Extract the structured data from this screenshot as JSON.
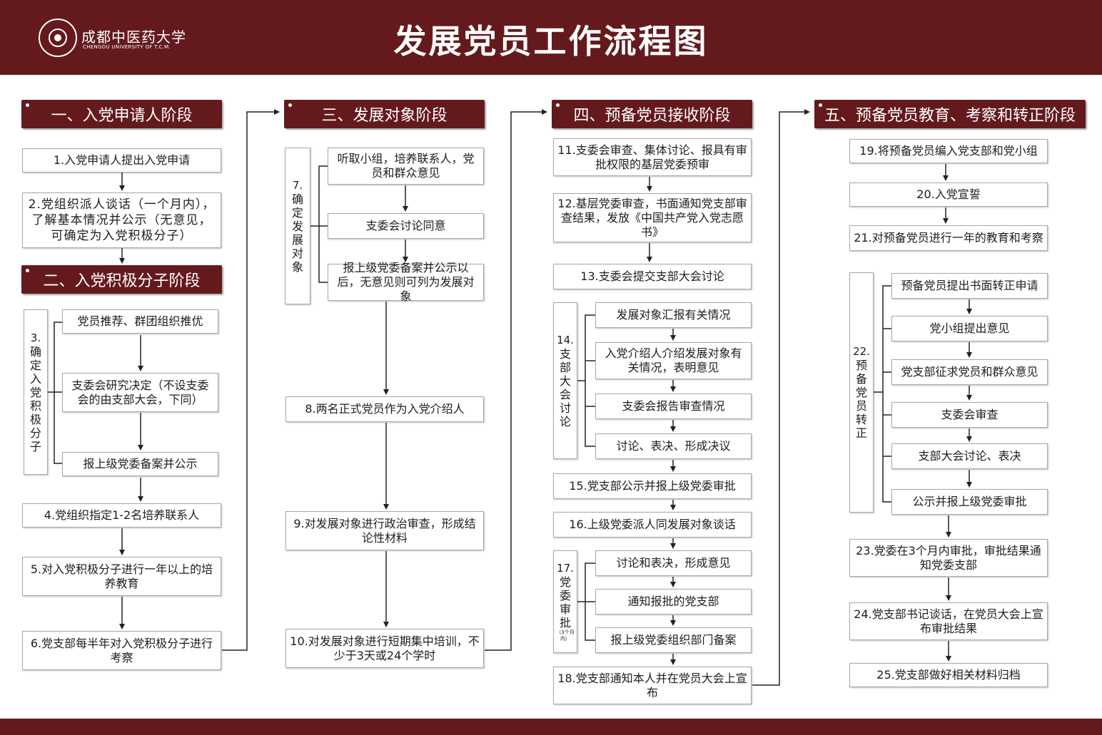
{
  "header": {
    "logo_cn": "成都中医药大学",
    "logo_en": "CHENGDU UNIVERSITY OF T.C.M.",
    "title": "发展党员工作流程图"
  },
  "stages": {
    "s1": "一、入党申请人阶段",
    "s2": "二、入党积极分子阶段",
    "s3": "三、发展对象阶段",
    "s4": "四、预备党员接收阶段",
    "s5": "五、预备党员教育、考察和转正阶段"
  },
  "steps": {
    "s1": "1.入党申请人提出入党申请",
    "s2": "2.党组织派人谈话（一个月内），了解基本情况并公示（无意见，可确定为入党积极分子）",
    "s3_num": "3.",
    "s3_label": "确定入党积极分子",
    "s3_a": "党员推荐、群团组织推优",
    "s3_b": "支委会研究决定（不设支委会的由支部大会，下同）",
    "s3_c": "报上级党委备案并公示",
    "s4": "4.党组织指定1-2名培养联系人",
    "s5": "5.对入党积极分子进行一年以上的培养教育",
    "s6": "6.党支部每半年对入党积极分子进行考察",
    "s7_num": "7.",
    "s7_label": "确定发展对象",
    "s7_a": "听取小组，培养联系人，党员和群众意见",
    "s7_b": "支委会讨论同意",
    "s7_c": "报上级党委备案并公示以后，无意见则可列为发展对象",
    "s8": "8.两名正式党员作为入党介绍人",
    "s9": "9.对发展对象进行政治审查，形成结论性材料",
    "s10": "10.对发展对象进行短期集中培训，不少于3天或24个学时",
    "s11": "11.支委会审查、集体讨论、报具有审批权限的基层党委预审",
    "s12": "12.基层党委审查，书面通知党支部审查结果，发放《中国共产党入党志愿书》",
    "s13": "13.支委会提交支部大会讨论",
    "s14_num": "14.",
    "s14_label": "支部大会讨论",
    "s14_a": "发展对象汇报有关情况",
    "s14_b": "入党介绍人介绍发展对象有关情况，表明意见",
    "s14_c": "支委会报告审查情况",
    "s14_d": "讨论、表决、形成决议",
    "s15": "15.党支部公示并报上级党委审批",
    "s16": "16.上级党委派人同发展对象谈话",
    "s17_num": "17.",
    "s17_label": "党委审批",
    "s17_note": "（3个月内）",
    "s17_a": "讨论和表决，形成意见",
    "s17_b": "通知报批的党支部",
    "s17_c": "报上级党委组织部门备案",
    "s18": "18.党支部通知本人并在党员大会上宣布",
    "s19": "19.将预备党员编入党支部和党小组",
    "s20": "20.入党宣誓",
    "s21": "21.对预备党员进行一年的教育和考察",
    "s22_num": "22.",
    "s22_label": "预备党员转正",
    "s22_a": "预备党员提出书面转正申请",
    "s22_b": "党小组提出意见",
    "s22_c": "党支部征求党员和群众意见",
    "s22_d": "支委会审查",
    "s22_e": "支部大会讨论、表决",
    "s22_f": "公示并报上级党委审批",
    "s23": "23.党委在3个月内审批，审批结果通知党委支部",
    "s24": "24.党支部书记谈话，在党员大会上宣布审批结果",
    "s25": "25.党支部做好相关材料归档"
  },
  "colors": {
    "brand": "#641a1d",
    "line": "#222222",
    "border": "#a9a9a9"
  }
}
